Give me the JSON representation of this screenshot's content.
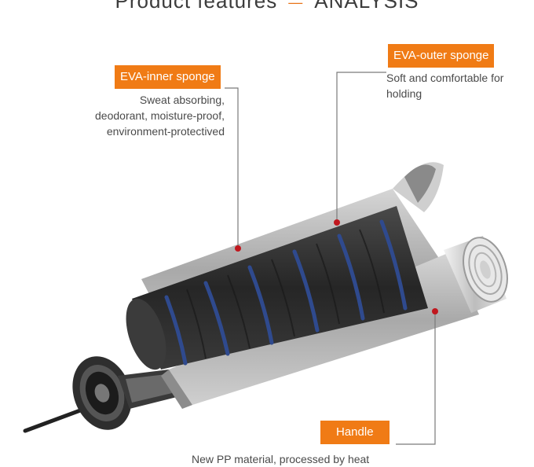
{
  "header": {
    "title_left": "Product features",
    "separator": "—",
    "title_right": "ANALYSIS"
  },
  "callouts": {
    "inner_sponge": {
      "label": "EVA-inner sponge",
      "lines": [
        "Sweat absorbing,",
        "deodorant, moisture-proof,",
        "environment-protectived"
      ]
    },
    "outer_sponge": {
      "label": "EVA-outer sponge",
      "lines": [
        "Soft and comfortable for",
        "holding"
      ]
    },
    "handle": {
      "label": "Handle",
      "lines": [
        "New PP material, processed by heat"
      ]
    }
  },
  "colors": {
    "accent": "#f07b15",
    "marker": "#c0171e",
    "foam": "#2b2b2b",
    "stripe": "#2c3f7c",
    "shell": "#b9b9b9"
  }
}
